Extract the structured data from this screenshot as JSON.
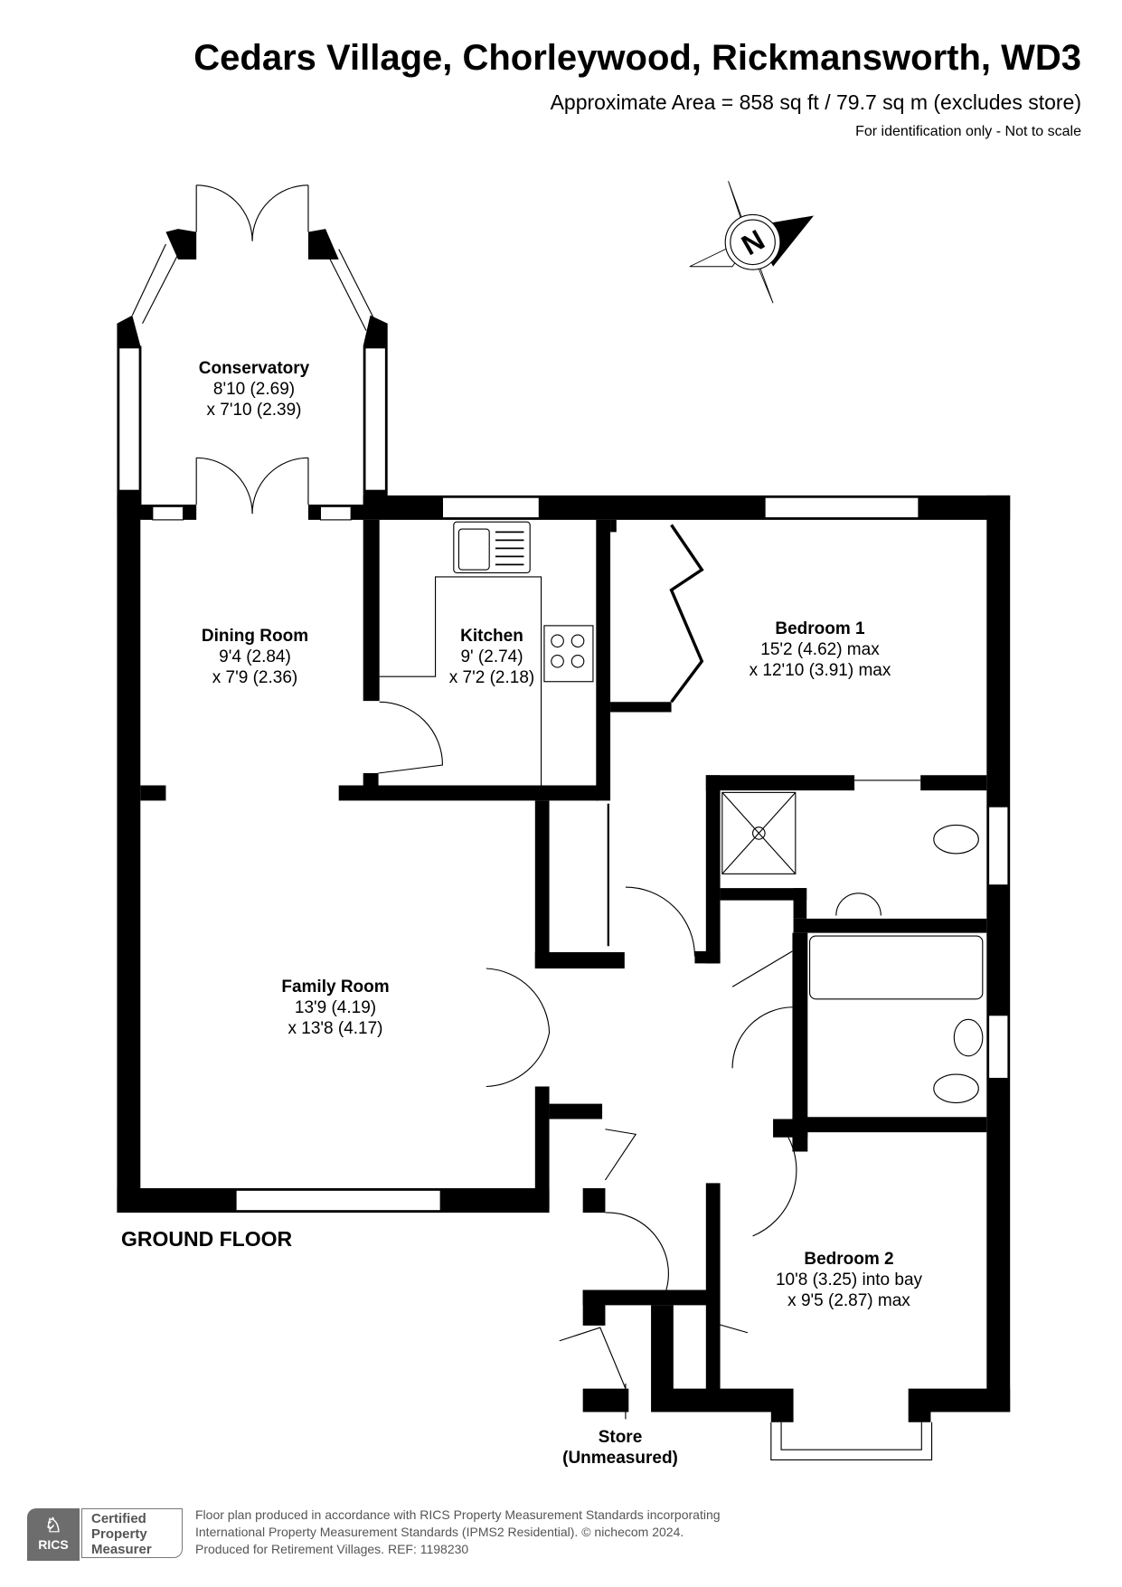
{
  "header": {
    "title": "Cedars Village, Chorleywood, Rickmansworth, WD3",
    "area": "Approximate Area = 858 sq ft / 79.7 sq m (excludes store)",
    "note": "For identification only - Not to scale"
  },
  "compass": {
    "label": "N"
  },
  "rooms": [
    {
      "name": "Conservatory",
      "dim1": "8'10 (2.69)",
      "dim2": "x 7'10 (2.39)"
    },
    {
      "name": "Dining Room",
      "dim1": "9'4 (2.84)",
      "dim2": "x 7'9 (2.36)"
    },
    {
      "name": "Kitchen",
      "dim1": "9' (2.74)",
      "dim2": "x 7'2 (2.18)"
    },
    {
      "name": "Bedroom 1",
      "dim1": "15'2 (4.62) max",
      "dim2": "x 12'10 (3.91) max"
    },
    {
      "name": "Family Room",
      "dim1": "13'9 (4.19)",
      "dim2": "x 13'8 (4.17)"
    },
    {
      "name": "Bedroom 2",
      "dim1": "10'8 (3.25) into bay",
      "dim2": "x 9'5 (2.87) max"
    },
    {
      "name": "Store",
      "dim1": "(Unmeasured)"
    }
  ],
  "floor_label": "GROUND FLOOR",
  "footer": {
    "badge_logo": "RICS",
    "badge_line1": "Certified",
    "badge_line2": "Property",
    "badge_line3": "Measurer",
    "line1": "Floor plan produced in accordance with RICS Property Measurement Standards incorporating",
    "line2": "International Property Measurement Standards (IPMS2 Residential).   © nichecom 2024.",
    "line3": "Produced for Retirement Villages.   REF:  1198230"
  }
}
